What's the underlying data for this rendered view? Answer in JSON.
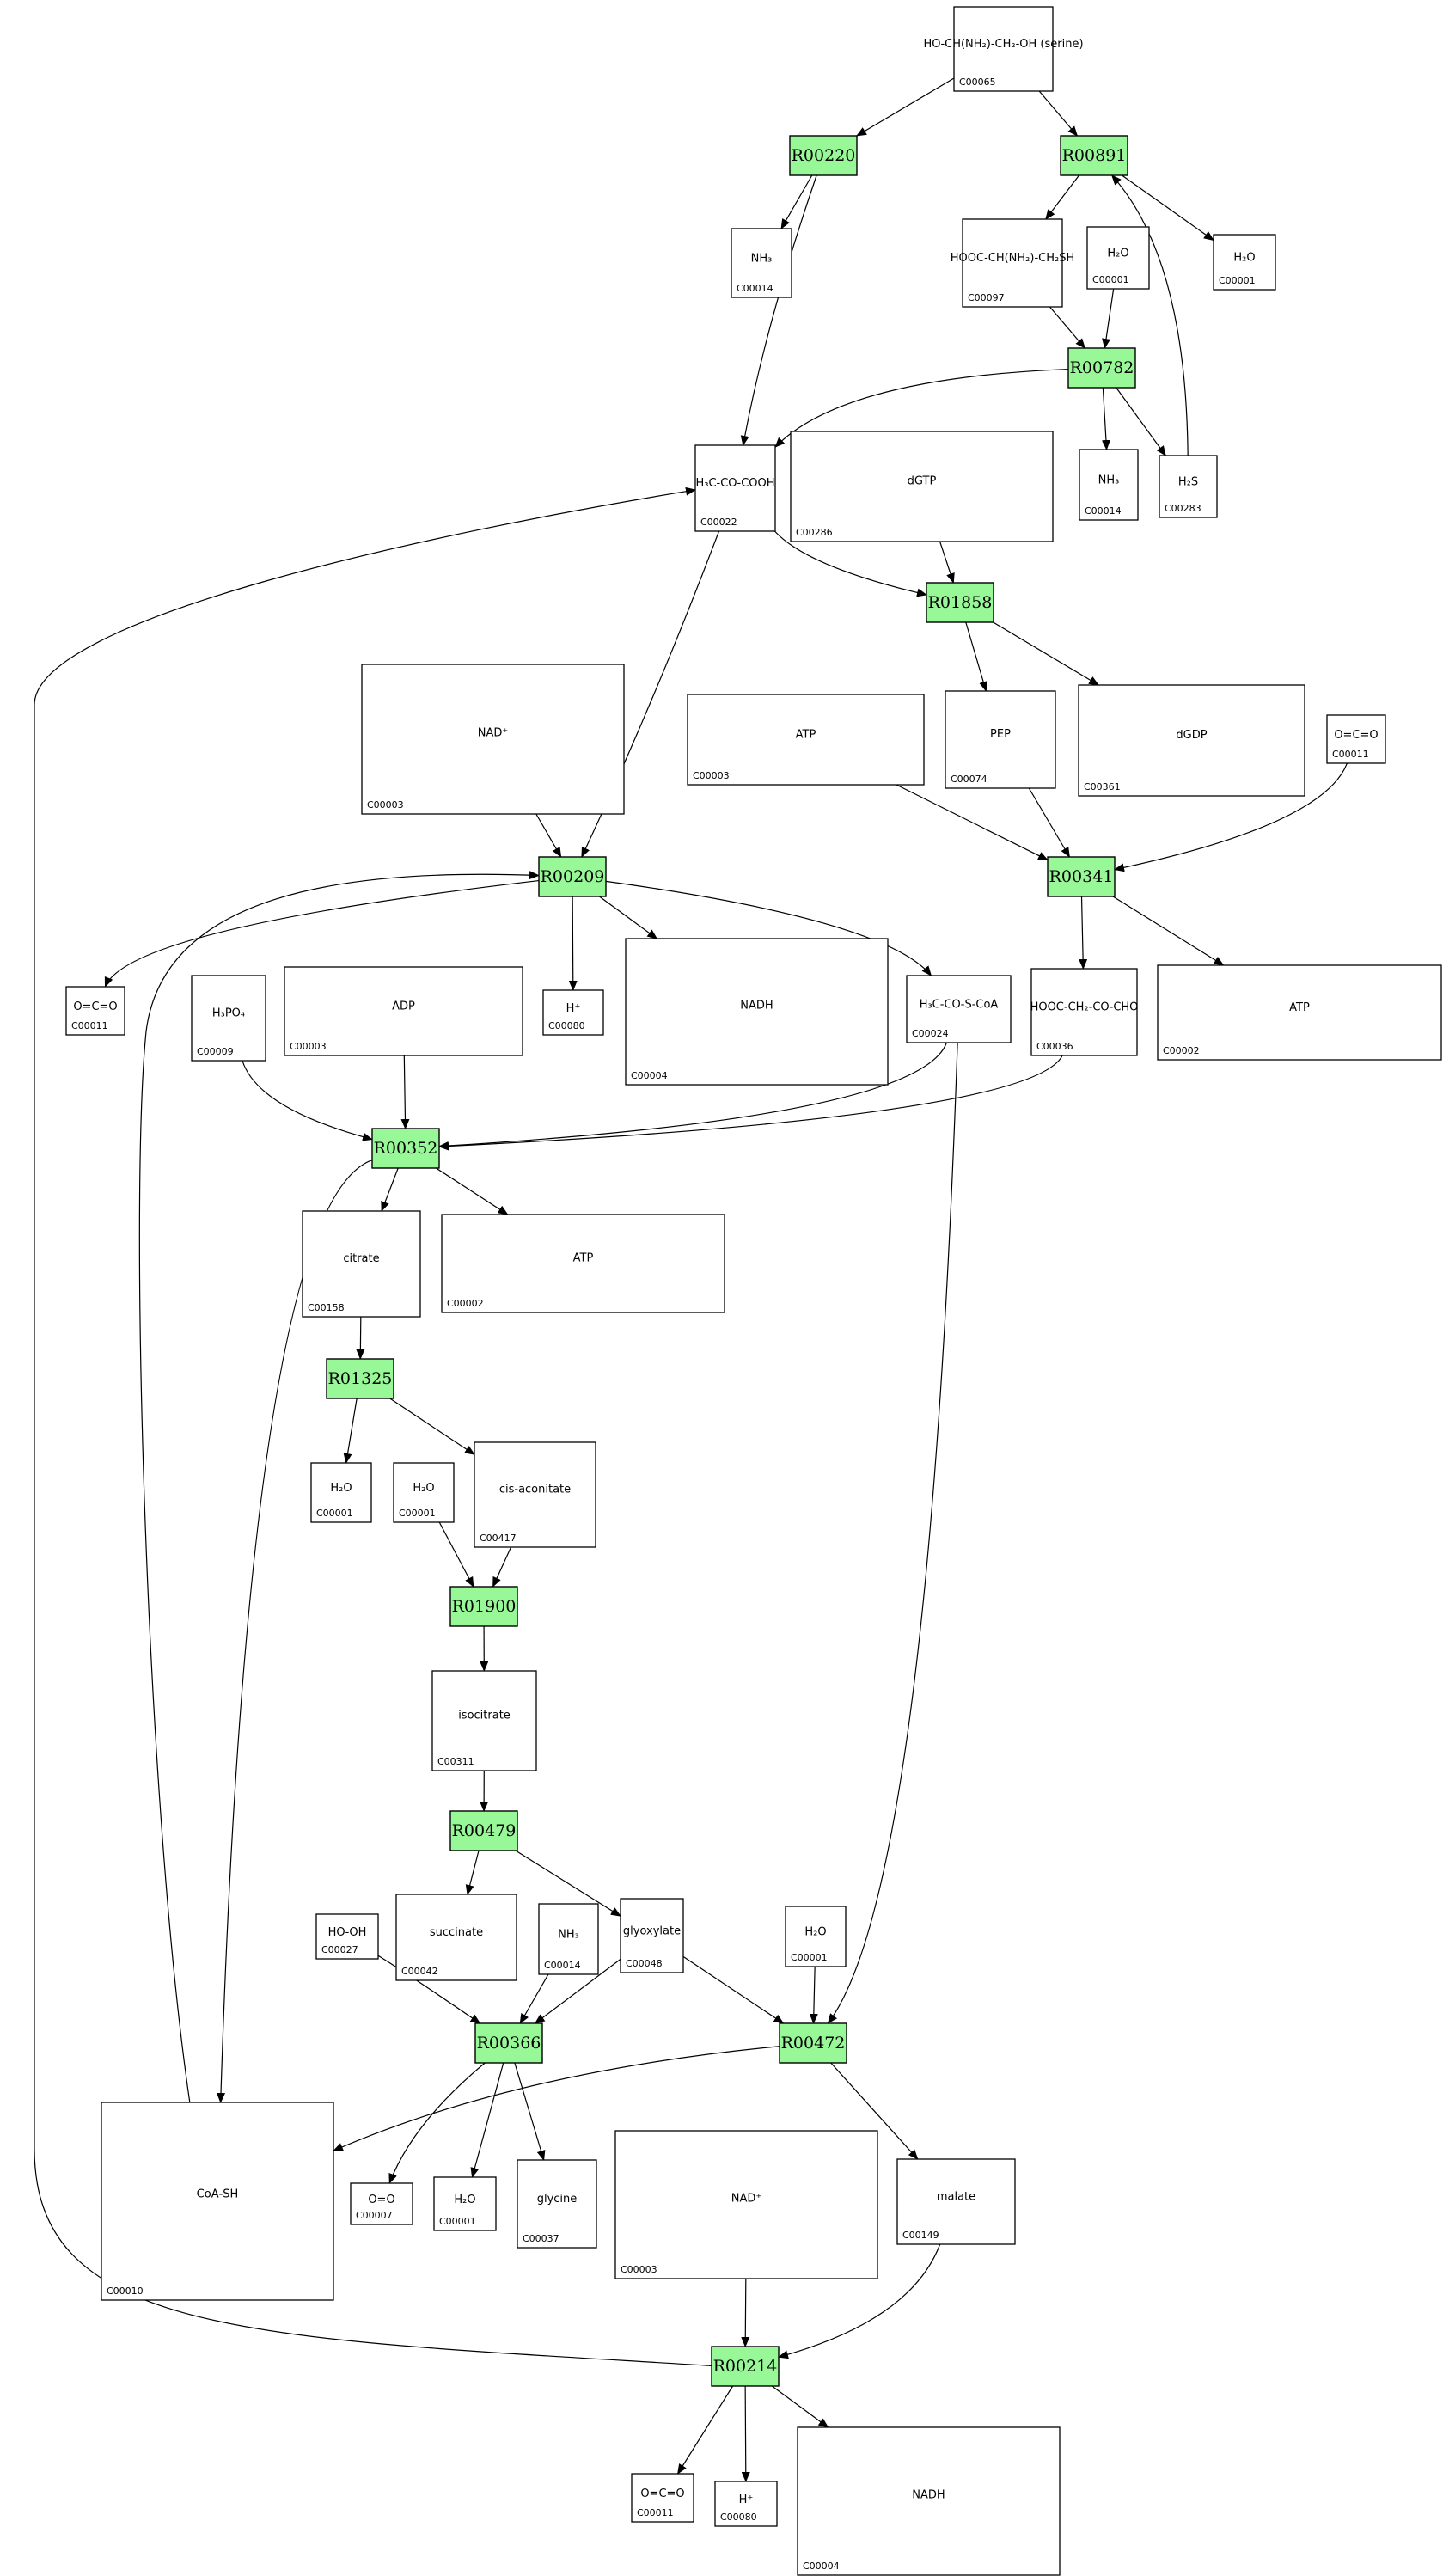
{
  "reactions": [
    {
      "id": "R00220",
      "label": "R00220"
    },
    {
      "id": "R00891",
      "label": "R00891"
    },
    {
      "id": "R00782",
      "label": "R00782"
    },
    {
      "id": "R01858",
      "label": "R01858"
    },
    {
      "id": "R00209",
      "label": "R00209"
    },
    {
      "id": "R00341",
      "label": "R00341"
    },
    {
      "id": "R00352",
      "label": "R00352"
    },
    {
      "id": "R01325",
      "label": "R01325"
    },
    {
      "id": "R01900",
      "label": "R01900"
    },
    {
      "id": "R00479",
      "label": "R00479"
    },
    {
      "id": "R00366",
      "label": "R00366"
    },
    {
      "id": "R00472",
      "label": "R00472"
    },
    {
      "id": "R00214",
      "label": "R00214"
    }
  ],
  "compounds": [
    {
      "key": "c_C00065",
      "id": "C00065",
      "structure": "HO‑CH(NH₂)‑CH₂‑OH (serine)"
    },
    {
      "key": "c_C00014_a",
      "id": "C00014",
      "structure": "NH₃"
    },
    {
      "key": "c_C00097",
      "id": "C00097",
      "structure": "HOOC‑CH(NH₂)‑CH₂SH"
    },
    {
      "key": "c_C00001_a",
      "id": "C00001",
      "structure": "H₂O"
    },
    {
      "key": "c_C00001_b",
      "id": "C00001",
      "structure": "H₂O"
    },
    {
      "key": "c_C00022",
      "id": "C00022",
      "structure": "H₃C‑CO‑COOH"
    },
    {
      "key": "c_C00286",
      "id": "C00286",
      "structure": "dGTP"
    },
    {
      "key": "c_C00014_b",
      "id": "C00014",
      "structure": "NH₃"
    },
    {
      "key": "c_C00283",
      "id": "C00283",
      "structure": "H₂S"
    },
    {
      "key": "c_C00003_a",
      "id": "C00003",
      "structure": "NAD⁺"
    },
    {
      "key": "c_C00003_b",
      "id": "C00003",
      "structure": "ATP"
    },
    {
      "key": "c_C00074",
      "id": "C00074",
      "structure": "PEP"
    },
    {
      "key": "c_C00361",
      "id": "C00361",
      "structure": "dGDP"
    },
    {
      "key": "c_C00011_a",
      "id": "C00011",
      "structure": "O=C=O"
    },
    {
      "key": "c_C00011_b",
      "id": "C00011",
      "structure": "O=C=O"
    },
    {
      "key": "c_C00009",
      "id": "C00009",
      "structure": "H₃PO₄"
    },
    {
      "key": "c_C00003_c",
      "id": "C00003",
      "structure": "ADP"
    },
    {
      "key": "c_C00080_a",
      "id": "C00080",
      "structure": "H⁺"
    },
    {
      "key": "c_C00004_a",
      "id": "C00004",
      "structure": "NADH"
    },
    {
      "key": "c_C00024",
      "id": "C00024",
      "structure": "H₃C‑CO‑S‑CoA"
    },
    {
      "key": "c_C00036",
      "id": "C00036",
      "structure": "HOOC‑CH₂‑CO‑CHO"
    },
    {
      "key": "c_C00002_a",
      "id": "C00002",
      "structure": "ATP"
    },
    {
      "key": "c_C00158",
      "id": "C00158",
      "structure": "citrate"
    },
    {
      "key": "c_C00002_b",
      "id": "C00002",
      "structure": "ATP"
    },
    {
      "key": "c_C00001_c",
      "id": "C00001",
      "structure": "H₂O"
    },
    {
      "key": "c_C00001_d",
      "id": "C00001",
      "structure": "H₂O"
    },
    {
      "key": "c_C00417",
      "id": "C00417",
      "structure": "cis‑aconitate"
    },
    {
      "key": "c_C00311",
      "id": "C00311",
      "structure": "isocitrate"
    },
    {
      "key": "c_C00027",
      "id": "C00027",
      "structure": "HO‑OH"
    },
    {
      "key": "c_C00042",
      "id": "C00042",
      "structure": "succinate"
    },
    {
      "key": "c_C00014_c",
      "id": "C00014",
      "structure": "NH₃"
    },
    {
      "key": "c_C00048",
      "id": "C00048",
      "structure": "glyoxylate"
    },
    {
      "key": "c_C00001_e",
      "id": "C00001",
      "structure": "H₂O"
    },
    {
      "key": "c_C00010",
      "id": "C00010",
      "structure": "CoA‑SH"
    },
    {
      "key": "c_C00007",
      "id": "C00007",
      "structure": "O=O"
    },
    {
      "key": "c_C00001_f",
      "id": "C00001",
      "structure": "H₂O"
    },
    {
      "key": "c_C00037",
      "id": "C00037",
      "structure": "glycine"
    },
    {
      "key": "c_C00003_d",
      "id": "C00003",
      "structure": "NAD⁺"
    },
    {
      "key": "c_C00149",
      "id": "C00149",
      "structure": "malate"
    },
    {
      "key": "c_C00011_c",
      "id": "C00011",
      "structure": "O=C=O"
    },
    {
      "key": "c_C00080_b",
      "id": "C00080",
      "structure": "H⁺"
    },
    {
      "key": "c_C00004_b",
      "id": "C00004",
      "structure": "NADH"
    }
  ]
}
